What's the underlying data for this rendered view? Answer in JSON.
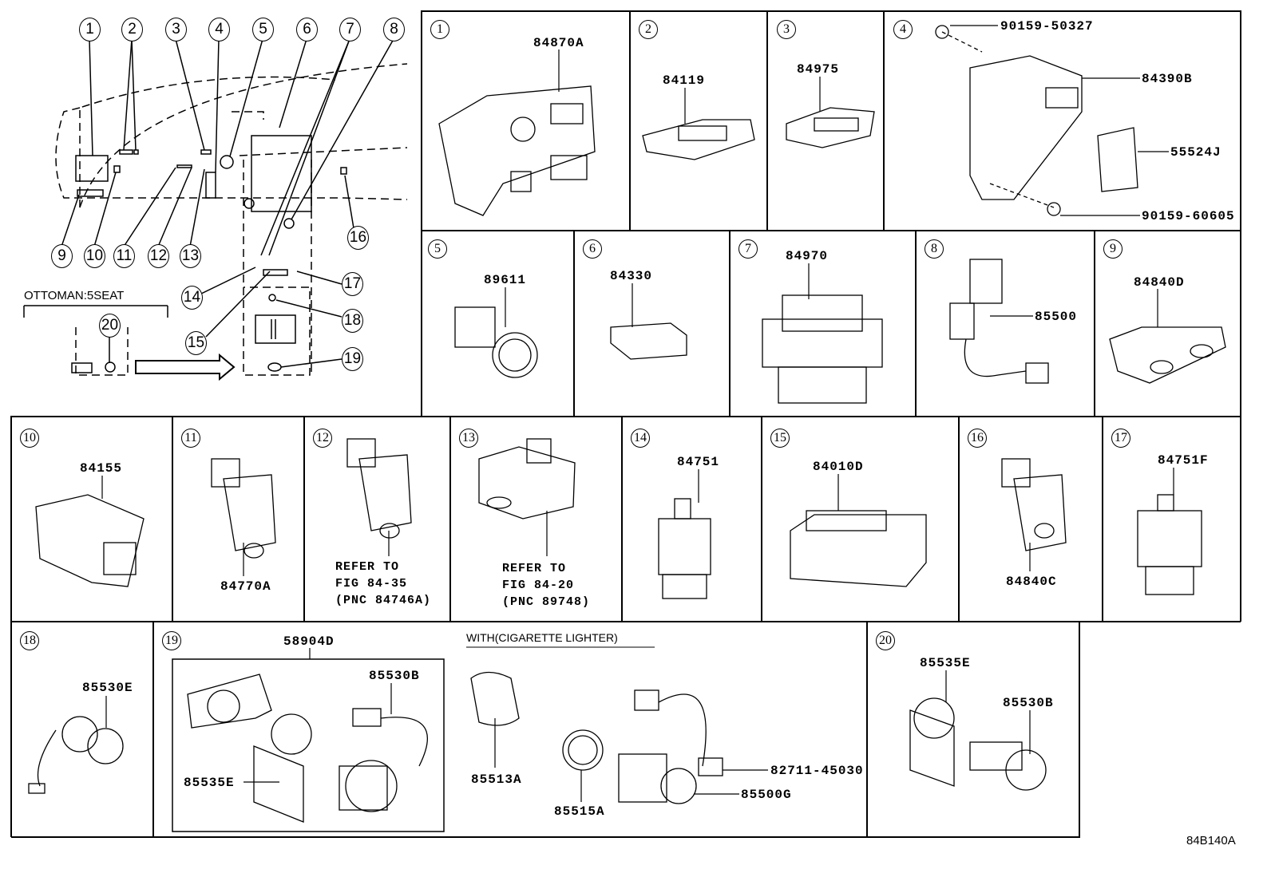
{
  "overview": {
    "callouts": [
      "1",
      "2",
      "3",
      "4",
      "5",
      "6",
      "7",
      "8",
      "9",
      "10",
      "11",
      "12",
      "13",
      "14",
      "15",
      "16",
      "17",
      "18",
      "19",
      "20"
    ],
    "ottoman_label": "OTTOMAN:5SEAT"
  },
  "cells": [
    {
      "num": "1",
      "parts": [
        "84870A"
      ]
    },
    {
      "num": "2",
      "parts": [
        "84119"
      ]
    },
    {
      "num": "3",
      "parts": [
        "84975"
      ]
    },
    {
      "num": "4",
      "parts": [
        "90159-50327",
        "84390B",
        "55524J",
        "90159-60605"
      ]
    },
    {
      "num": "5",
      "parts": [
        "89611"
      ]
    },
    {
      "num": "6",
      "parts": [
        "84330"
      ]
    },
    {
      "num": "7",
      "parts": [
        "84970"
      ]
    },
    {
      "num": "8",
      "parts": [
        "85500"
      ]
    },
    {
      "num": "9",
      "parts": [
        "84840D"
      ]
    },
    {
      "num": "10",
      "parts": [
        "84155"
      ]
    },
    {
      "num": "11",
      "parts": [
        "84770A"
      ]
    },
    {
      "num": "12",
      "refer": [
        "REFER TO",
        "FIG 84-35",
        "(PNC 84746A)"
      ]
    },
    {
      "num": "13",
      "refer": [
        "REFER TO",
        "FIG 84-20",
        "(PNC 89748)"
      ]
    },
    {
      "num": "14",
      "parts": [
        "84751"
      ]
    },
    {
      "num": "15",
      "parts": [
        "84010D"
      ]
    },
    {
      "num": "16",
      "parts": [
        "84840C"
      ]
    },
    {
      "num": "17",
      "parts": [
        "84751F"
      ]
    },
    {
      "num": "18",
      "parts": [
        "85530E"
      ]
    },
    {
      "num": "19",
      "parts": [
        "58904D",
        "85530B",
        "85535E",
        "85513A",
        "85515A",
        "82711-45030",
        "85500G"
      ],
      "variant": "WITH(CIGARETTE LIGHTER)"
    },
    {
      "num": "20",
      "parts": [
        "85535E",
        "85530B"
      ]
    }
  ],
  "footer": {
    "figure_id": "84B140A"
  }
}
